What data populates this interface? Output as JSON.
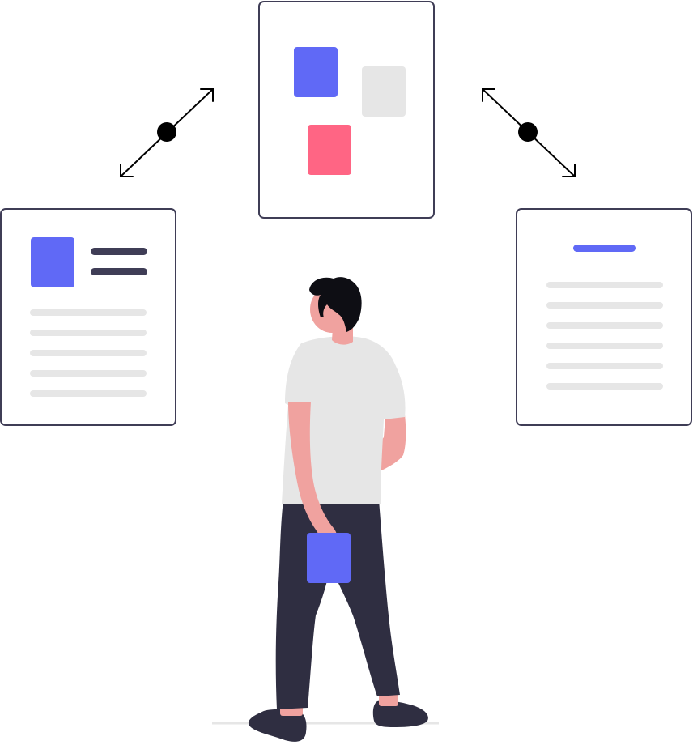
{
  "illustration": {
    "panels": [
      {
        "name": "left-document-panel"
      },
      {
        "name": "center-board-panel"
      },
      {
        "name": "right-document-panel"
      }
    ],
    "connectors": [
      {
        "name": "left-connector-arrow"
      },
      {
        "name": "right-connector-arrow"
      }
    ],
    "figure": {
      "name": "person-figure",
      "holding": "tablet"
    }
  },
  "colors": {
    "accent": "#6069f6",
    "pink": "#ff6584",
    "light_gray": "#e6e6e6",
    "dark": "#2f2e41",
    "skin": "#f0a29f",
    "hair": "#0e0e14",
    "outline": "#3f3d56",
    "background": "#ffffff"
  }
}
